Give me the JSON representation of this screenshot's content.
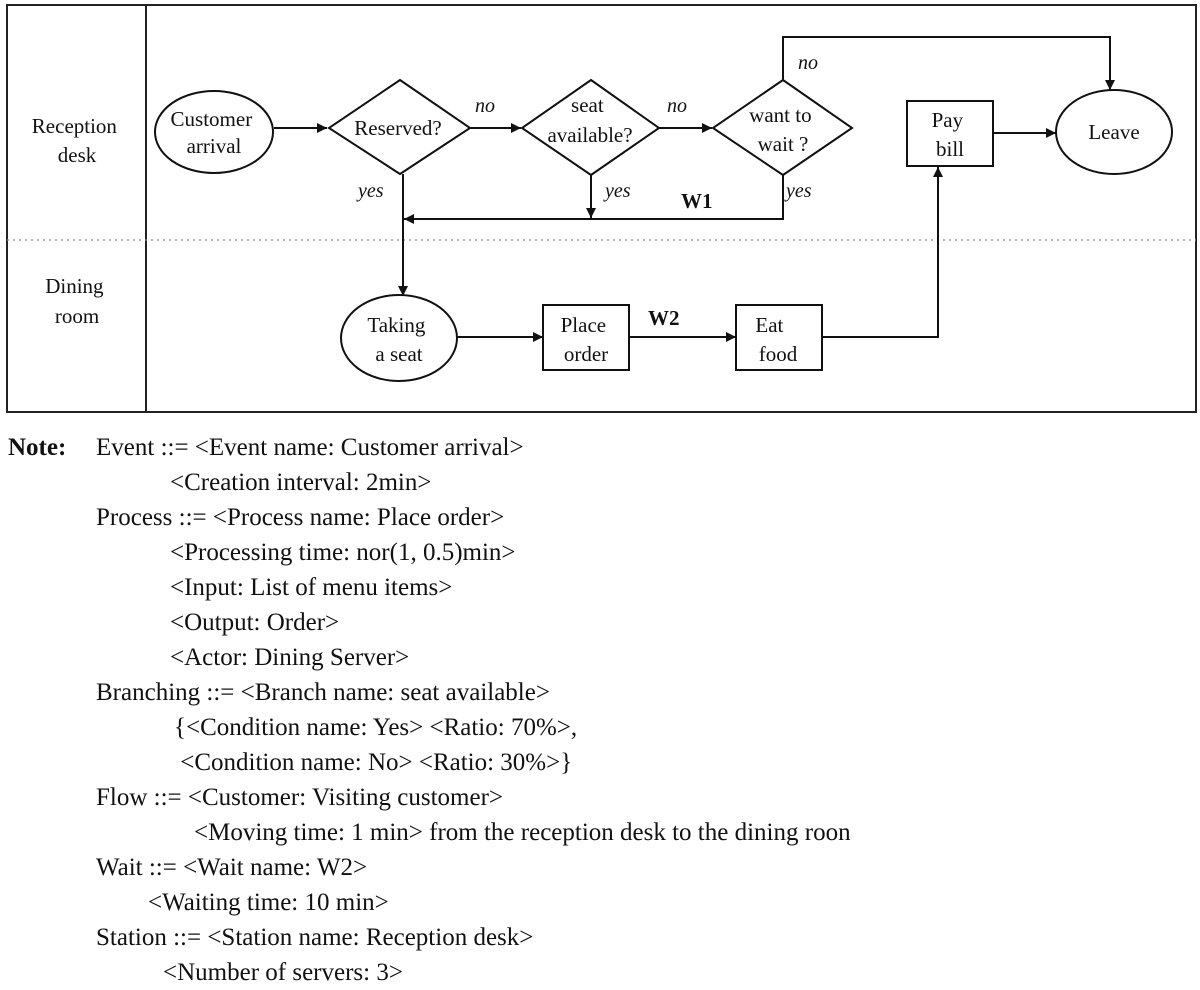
{
  "lanes": [
    {
      "id": "reception",
      "label_lines": [
        "Reception",
        "desk"
      ]
    },
    {
      "id": "dining",
      "label_lines": [
        "Dining",
        "room"
      ]
    }
  ],
  "nodes": [
    {
      "id": "customer-arrival",
      "type": "ellipse",
      "lane": "reception",
      "lines": [
        "Customer",
        "arrival"
      ]
    },
    {
      "id": "reserved",
      "type": "diamond",
      "lane": "reception",
      "lines": [
        "Reserved?"
      ]
    },
    {
      "id": "seat-available",
      "type": "diamond",
      "lane": "reception",
      "lines": [
        "seat",
        "available?"
      ]
    },
    {
      "id": "want-to-wait",
      "type": "diamond",
      "lane": "reception",
      "lines": [
        "want to",
        "wait ?"
      ]
    },
    {
      "id": "pay-bill",
      "type": "rect",
      "lane": "reception",
      "lines": [
        "Pay",
        "bill"
      ]
    },
    {
      "id": "leave",
      "type": "ellipse",
      "lane": "reception",
      "lines": [
        "Leave"
      ]
    },
    {
      "id": "taking-seat",
      "type": "ellipse",
      "lane": "dining",
      "lines": [
        "Taking",
        "a seat"
      ]
    },
    {
      "id": "place-order",
      "type": "rect",
      "lane": "dining",
      "lines": [
        "Place",
        "order"
      ]
    },
    {
      "id": "eat-food",
      "type": "rect",
      "lane": "dining",
      "lines": [
        "Eat",
        "food"
      ]
    }
  ],
  "edges": [
    {
      "from": "customer-arrival",
      "to": "reserved",
      "label": ""
    },
    {
      "from": "reserved",
      "to": "seat-available",
      "label": "no"
    },
    {
      "from": "seat-available",
      "to": "want-to-wait",
      "label": "no"
    },
    {
      "from": "want-to-wait",
      "to": "leave",
      "label": "no"
    },
    {
      "from": "reserved",
      "to": "taking-seat",
      "label": "yes"
    },
    {
      "from": "seat-available",
      "to": "taking-seat",
      "label": "yes"
    },
    {
      "from": "want-to-wait",
      "to": "taking-seat",
      "label": "yes"
    },
    {
      "from": "taking-seat",
      "to": "place-order",
      "label": ""
    },
    {
      "from": "place-order",
      "to": "eat-food",
      "label": ""
    },
    {
      "from": "eat-food",
      "to": "pay-bill",
      "label": ""
    },
    {
      "from": "pay-bill",
      "to": "leave",
      "label": ""
    }
  ],
  "wait_labels": {
    "w1": "W1",
    "w2": "W2"
  },
  "notes": {
    "heading": "Note:",
    "lines": [
      "Event ::=  <Event name: Customer arrival>",
      "<Creation interval: 2min>",
      "Process ::= <Process name: Place order>",
      "<Processing time: nor(1, 0.5)min>",
      "<Input: List of menu items>",
      "<Output: Order>",
      "<Actor: Dining Server>",
      "Branching ::= <Branch name: seat available>",
      "{<Condition name: Yes> <Ratio: 70%>,",
      " <Condition name: No> <Ratio: 30%>}",
      "Flow ::= <Customer: Visiting customer>",
      "<Moving time: 1 min> from the reception desk to the dining roon",
      "Wait ::= <Wait name: W2>",
      "<Waiting time: 10 min>",
      "Station ::= <Station name: Reception desk>",
      "<Number of servers: 3>"
    ]
  }
}
